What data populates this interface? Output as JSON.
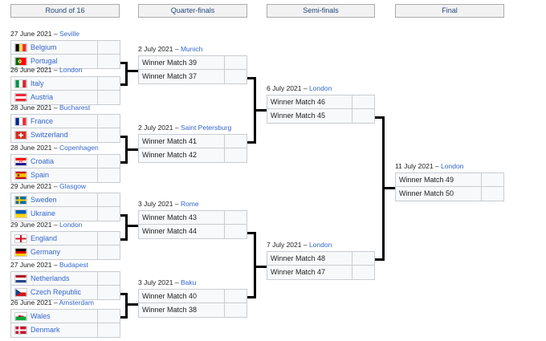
{
  "rounds": [
    {
      "id": "round-of-16",
      "label": "Round of 16"
    },
    {
      "id": "quarter-finals",
      "label": "Quarter-finals"
    },
    {
      "id": "semi-finals",
      "label": "Semi-finals"
    },
    {
      "id": "final",
      "label": "Final"
    }
  ],
  "round_of_16": [
    {
      "date": "27 June 2021",
      "venue": "Seville",
      "teams": [
        {
          "name": "Belgium",
          "flag": "belgium",
          "score": ""
        },
        {
          "name": "Portugal",
          "flag": "portugal",
          "score": ""
        }
      ]
    },
    {
      "date": "26 June 2021",
      "venue": "London",
      "teams": [
        {
          "name": "Italy",
          "flag": "italy",
          "score": ""
        },
        {
          "name": "Austria",
          "flag": "austria",
          "score": ""
        }
      ]
    },
    {
      "date": "28 June 2021",
      "venue": "Bucharest",
      "teams": [
        {
          "name": "France",
          "flag": "france",
          "score": ""
        },
        {
          "name": "Switzerland",
          "flag": "switzerland",
          "score": ""
        }
      ]
    },
    {
      "date": "28 June 2021",
      "venue": "Copenhagen",
      "teams": [
        {
          "name": "Croatia",
          "flag": "croatia",
          "score": ""
        },
        {
          "name": "Spain",
          "flag": "spain",
          "score": ""
        }
      ]
    },
    {
      "date": "29 June 2021",
      "venue": "Glasgow",
      "teams": [
        {
          "name": "Sweden",
          "flag": "sweden",
          "score": ""
        },
        {
          "name": "Ukraine",
          "flag": "ukraine",
          "score": ""
        }
      ]
    },
    {
      "date": "29 June 2021",
      "venue": "London",
      "teams": [
        {
          "name": "England",
          "flag": "england",
          "score": ""
        },
        {
          "name": "Germany",
          "flag": "germany",
          "score": ""
        }
      ]
    },
    {
      "date": "27 June 2021",
      "venue": "Budapest",
      "teams": [
        {
          "name": "Netherlands",
          "flag": "netherlands",
          "score": ""
        },
        {
          "name": "Czech Republic",
          "flag": "czech-republic",
          "score": ""
        }
      ]
    },
    {
      "date": "26 June 2021",
      "venue": "Amsterdam",
      "teams": [
        {
          "name": "Wales",
          "flag": "wales",
          "score": ""
        },
        {
          "name": "Denmark",
          "flag": "denmark",
          "score": ""
        }
      ]
    }
  ],
  "quarter_finals": [
    {
      "date": "2 July 2021",
      "venue": "Munich",
      "teams": [
        {
          "name": "Winner Match 39",
          "score": ""
        },
        {
          "name": "Winner Match 37",
          "score": ""
        }
      ]
    },
    {
      "date": "2 July 2021",
      "venue": "Saint Petersburg",
      "teams": [
        {
          "name": "Winner Match 41",
          "score": ""
        },
        {
          "name": "Winner Match 42",
          "score": ""
        }
      ]
    },
    {
      "date": "3 July 2021",
      "venue": "Rome",
      "teams": [
        {
          "name": "Winner Match 43",
          "score": ""
        },
        {
          "name": "Winner Match 44",
          "score": ""
        }
      ]
    },
    {
      "date": "3 July 2021",
      "venue": "Baku",
      "teams": [
        {
          "name": "Winner Match 40",
          "score": ""
        },
        {
          "name": "Winner Match 38",
          "score": ""
        }
      ]
    }
  ],
  "semi_finals": [
    {
      "date": "6 July 2021",
      "venue": "London",
      "teams": [
        {
          "name": "Winner Match 46",
          "score": ""
        },
        {
          "name": "Winner Match 45",
          "score": ""
        }
      ]
    },
    {
      "date": "7 July 2021",
      "venue": "London",
      "teams": [
        {
          "name": "Winner Match 48",
          "score": ""
        },
        {
          "name": "Winner Match 47",
          "score": ""
        }
      ]
    }
  ],
  "final": [
    {
      "date": "11 July 2021",
      "venue": "London",
      "teams": [
        {
          "name": "Winner Match 49",
          "score": ""
        },
        {
          "name": "Winner Match 50",
          "score": ""
        }
      ]
    }
  ],
  "separator": "–",
  "colors": {
    "link": "#3366cc",
    "header_text": "#26497f",
    "header_bg": "#f2f2f2",
    "box_bg": "#f8f9fa",
    "box_border": "#c8ccd1",
    "connector": "#000000"
  }
}
